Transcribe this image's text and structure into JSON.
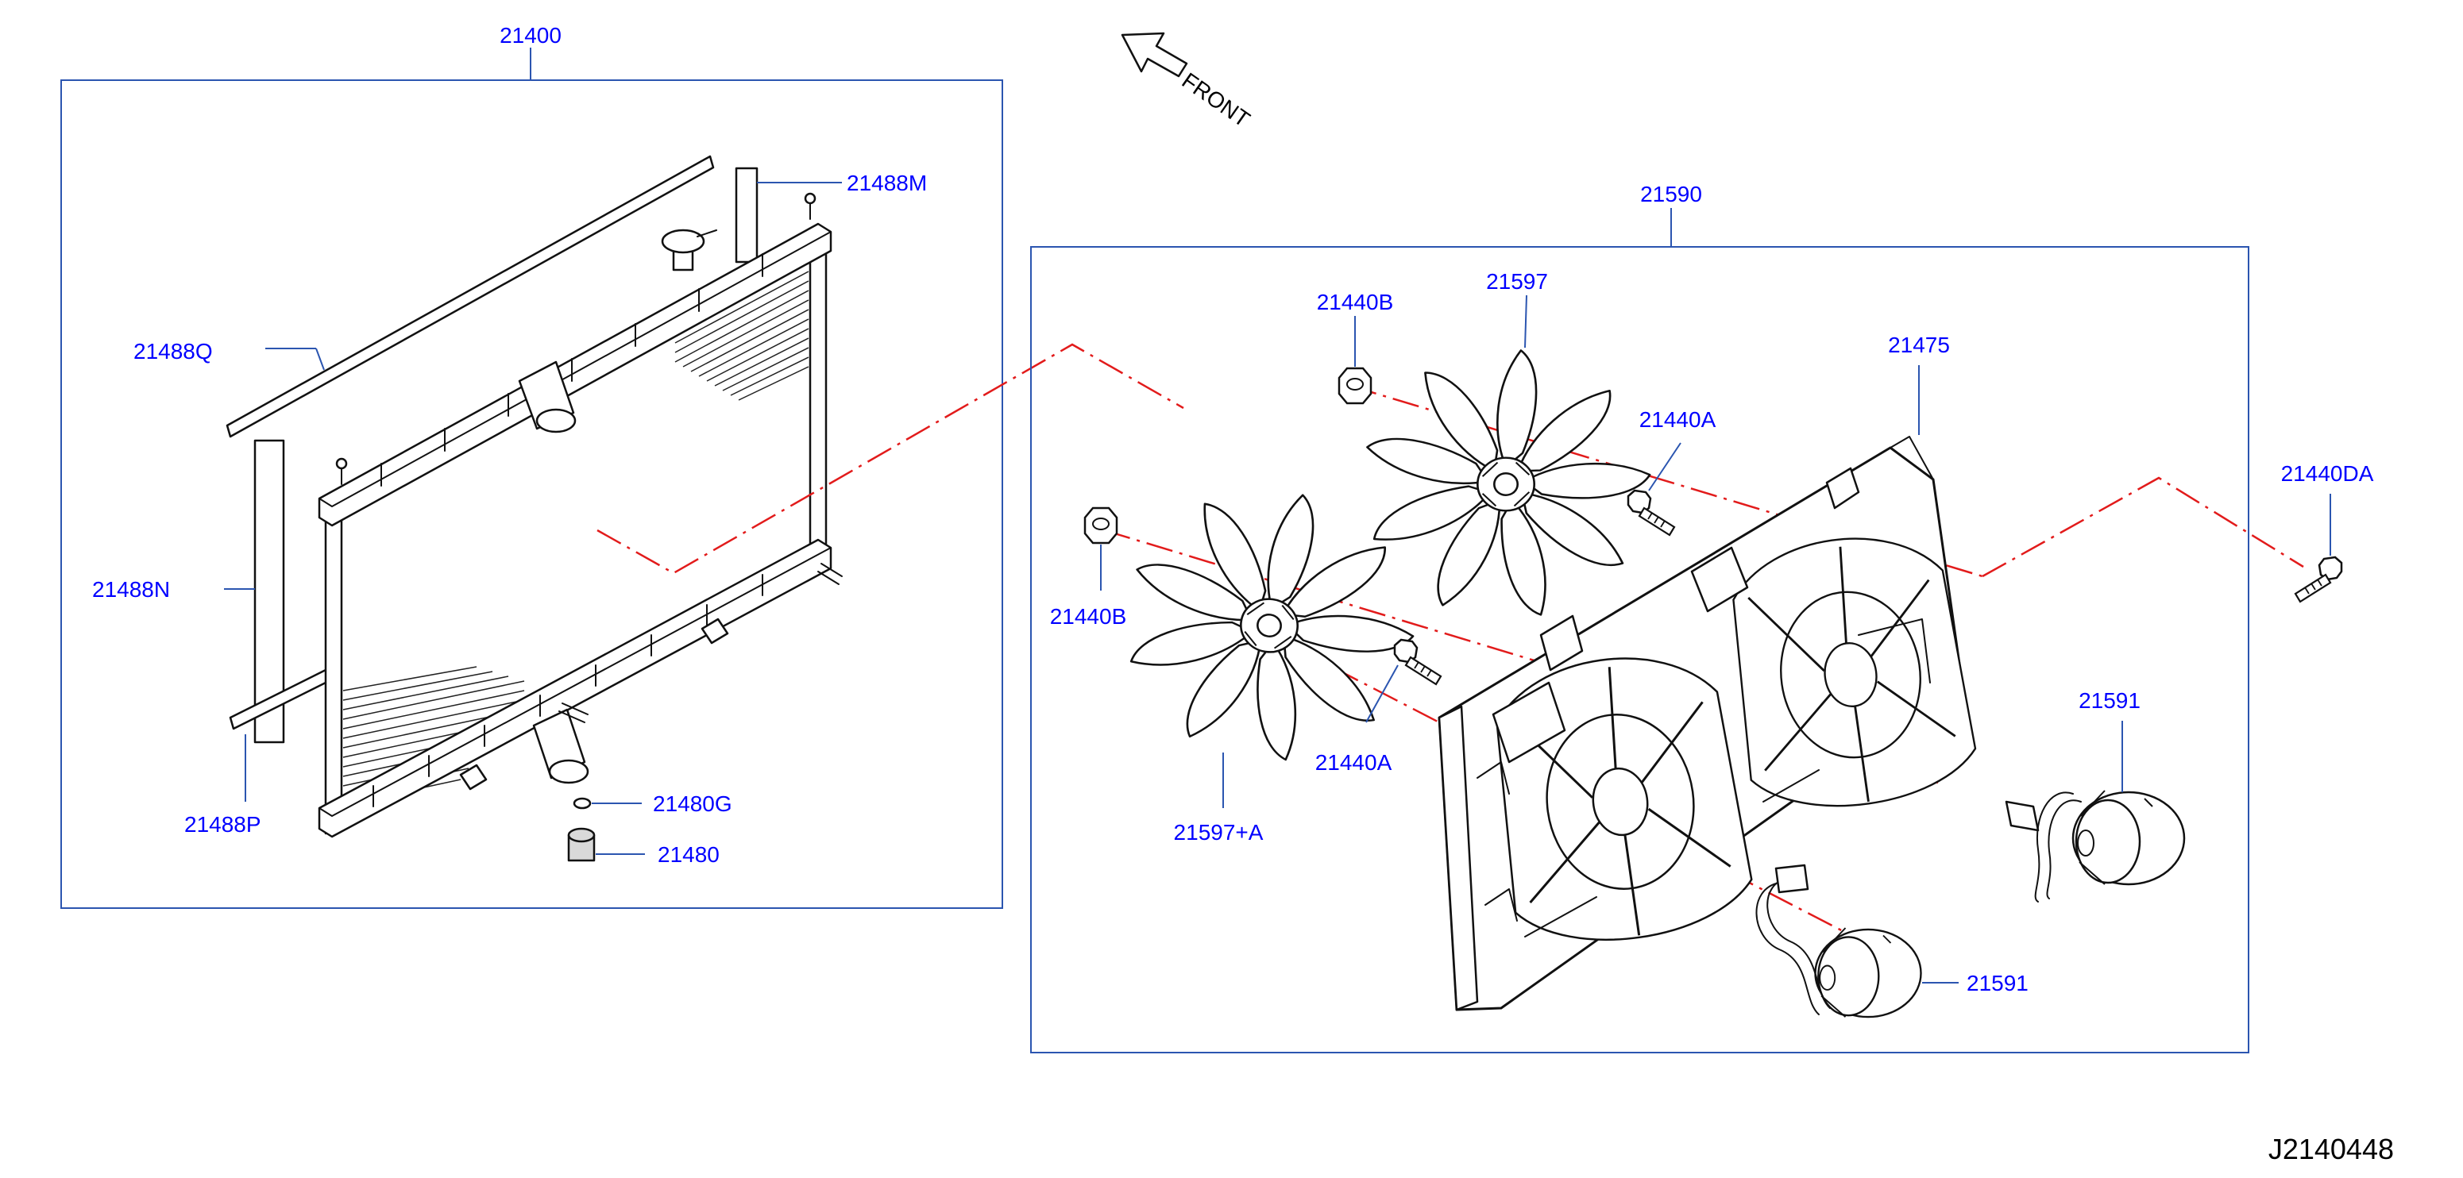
{
  "colors": {
    "label": "#0000ff",
    "frame": "#2b55b0",
    "centerline": "#e21b1b",
    "linework": "#111111"
  },
  "direction": {
    "text": "FRONT"
  },
  "groups": [
    {
      "id": "radiator",
      "label": "21400"
    },
    {
      "id": "fan_assembly",
      "label": "21590"
    }
  ],
  "callouts": {
    "c21488M": "21488M",
    "c21488Q": "21488Q",
    "c21488N": "21488N",
    "c21488P": "21488P",
    "c21480G": "21480G",
    "c21480": "21480",
    "c21440B_top": "21440B",
    "c21597": "21597",
    "c21475": "21475",
    "c21440A_top": "21440A",
    "c21440DA": "21440DA",
    "c21440B_left": "21440B",
    "c21440A_low": "21440A",
    "c21591_right": "21591",
    "c21597A": "21597+A",
    "c21591_low": "21591"
  },
  "diagram_id": "J2140448"
}
